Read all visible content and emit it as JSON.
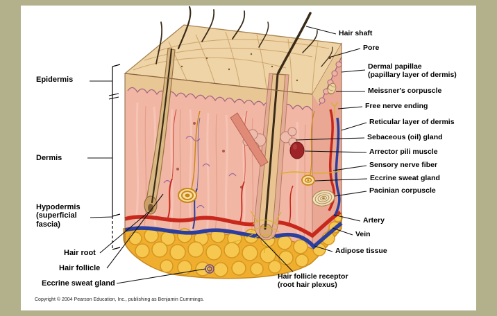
{
  "frame": {
    "background": "#b3b08c",
    "panel_background": "#ffffff"
  },
  "labels": {
    "left": [
      {
        "id": "epidermis",
        "text": "Epidermis"
      },
      {
        "id": "dermis",
        "text": "Dermis"
      },
      {
        "id": "hypodermis",
        "text": "Hypodermis\n(superficial\nfascia)"
      },
      {
        "id": "hair-root",
        "text": "Hair root"
      },
      {
        "id": "hair-follicle",
        "text": "Hair follicle"
      },
      {
        "id": "eccrine-sweat-gland",
        "text": "Eccrine sweat gland"
      }
    ],
    "right": [
      {
        "id": "hair-shaft",
        "text": "Hair shaft"
      },
      {
        "id": "pore",
        "text": "Pore"
      },
      {
        "id": "dermal-papillae",
        "text": "Dermal papillae\n(papillary layer of dermis)"
      },
      {
        "id": "meissners-corpuscle",
        "text": "Meissner's corpuscle"
      },
      {
        "id": "free-nerve-ending",
        "text": "Free nerve ending"
      },
      {
        "id": "reticular-layer",
        "text": "Reticular layer of dermis"
      },
      {
        "id": "sebaceous-gland",
        "text": "Sebaceous (oil) gland"
      },
      {
        "id": "arrector-pili",
        "text": "Arrector pili muscle"
      },
      {
        "id": "sensory-nerve-fiber",
        "text": "Sensory nerve fiber"
      },
      {
        "id": "eccrine-sweat-gland",
        "text": "Eccrine sweat gland"
      },
      {
        "id": "pacinian-corpuscle",
        "text": "Pacinian corpuscle"
      },
      {
        "id": "artery",
        "text": "Artery"
      },
      {
        "id": "vein",
        "text": "Vein"
      },
      {
        "id": "adipose-tissue",
        "text": "Adipose tissue"
      }
    ],
    "bottom": [
      {
        "id": "hair-follicle-receptor",
        "text": "Hair follicle receptor\n(root hair plexus)"
      }
    ]
  },
  "footer": {
    "copyright": "Copyright © 2004 Pearson Education, Inc., publishing as Benjamin Cummings."
  },
  "colors": {
    "skin_surface": "#eed4a6",
    "epidermis": "#e8c795",
    "dermis": "#f2b6a5",
    "fat": "#f6c84f",
    "artery": "#c8281c",
    "vein": "#2b3f9e",
    "hair": "#3a2a18",
    "nerve": "#d8b020"
  }
}
